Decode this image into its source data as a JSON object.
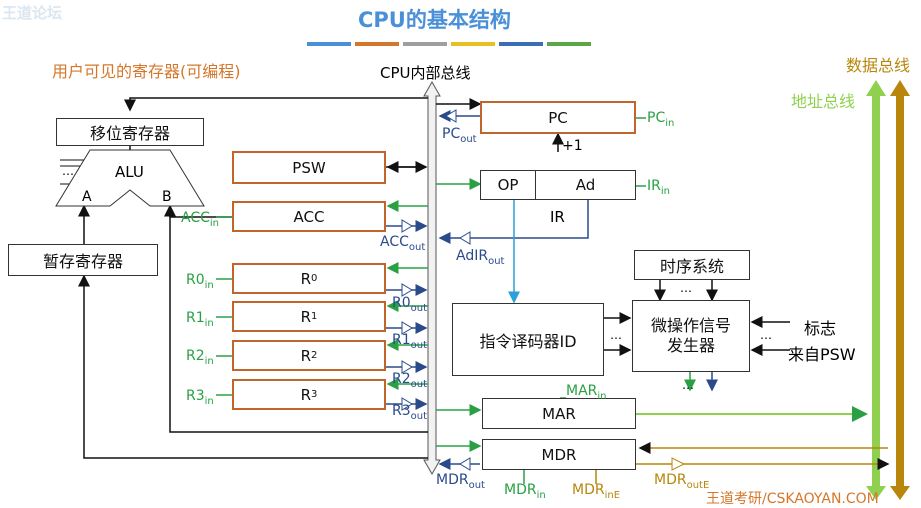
{
  "watermark_tl": "王道论坛",
  "title": "CPU的基本结构",
  "title_bar_colors": [
    "#4a90d9",
    "#d4772a",
    "#9e9e9e",
    "#e8c020",
    "#3a6fb5",
    "#5aa845"
  ],
  "subtitle": "用户可见的寄存器(可编程)",
  "internal_bus": "CPU内部总线",
  "data_bus": "数据总线",
  "addr_bus": "地址总线",
  "shifter": "移位寄存器",
  "alu": "ALU",
  "alu_a": "A",
  "alu_b": "B",
  "temp_reg": "暂存寄存器",
  "psw": "PSW",
  "acc": "ACC",
  "acc_in": "ACC",
  "acc_out": "ACC",
  "regs": [
    {
      "name": "R",
      "sub": "0",
      "in": "R0",
      "out": "R0"
    },
    {
      "name": "R",
      "sub": "1",
      "in": "R1",
      "out": "R1"
    },
    {
      "name": "R",
      "sub": "2",
      "in": "R2",
      "out": "R2"
    },
    {
      "name": "R",
      "sub": "3",
      "in": "R3",
      "out": "R3"
    }
  ],
  "pc": "PC",
  "pc_in": "PC",
  "pc_out": "PC",
  "plus1": "+1",
  "op": "OP",
  "ad": "Ad",
  "ir": "IR",
  "ir_in": "IR",
  "adir_out": "AdIR",
  "timing": "时序系统",
  "decoder": "指令译码器ID",
  "micro_gen": "微操作信号\n发生器",
  "flag": "标志",
  "from_psw": "来自PSW",
  "dots": "…",
  "mar": "MAR",
  "mar_in": "MAR",
  "mdr": "MDR",
  "mdr_out_left": "MDR",
  "mdr_in": "MDR",
  "mdr_in_e": "MDR",
  "mdr_out_e": "MDR",
  "suffix_in": "in",
  "suffix_out": "out",
  "suffix_ine": "inE",
  "suffix_oute": "outE",
  "watermark_br": "王道考研/CSKAOYAN.COM"
}
